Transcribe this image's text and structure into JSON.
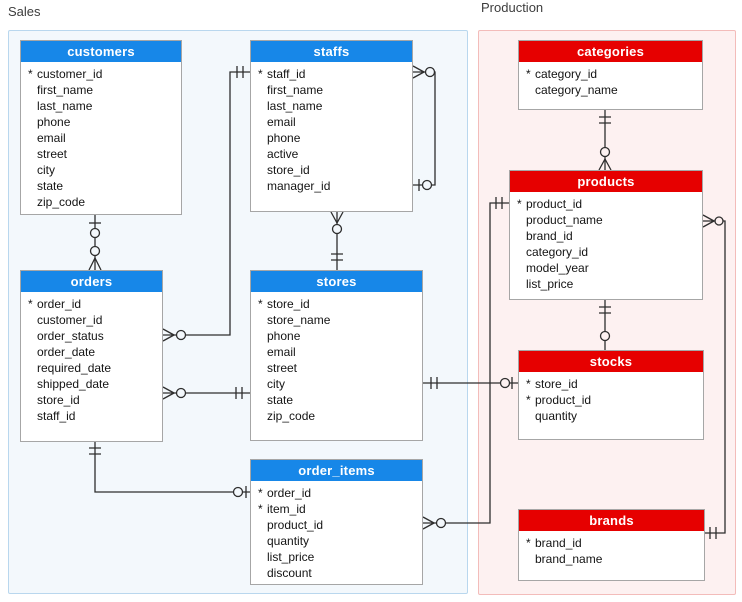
{
  "sections": {
    "sales": {
      "label": "Sales",
      "panel_bg": "#f3f8fc",
      "panel_border": "#b9d7ee",
      "header_color": "#1787e8"
    },
    "production": {
      "label": "Production",
      "panel_bg": "#fdf1f1",
      "panel_border": "#f3bcba",
      "header_color": "#e60000"
    }
  },
  "entities": [
    {
      "name": "customers",
      "section": "Sales",
      "fields": [
        {
          "pk": "*",
          "name": "customer_id"
        },
        {
          "pk": "",
          "name": "first_name"
        },
        {
          "pk": "",
          "name": "last_name"
        },
        {
          "pk": "",
          "name": "phone"
        },
        {
          "pk": "",
          "name": "email"
        },
        {
          "pk": "",
          "name": "street"
        },
        {
          "pk": "",
          "name": "city"
        },
        {
          "pk": "",
          "name": "state"
        },
        {
          "pk": "",
          "name": "zip_code"
        }
      ]
    },
    {
      "name": "staffs",
      "section": "Sales",
      "fields": [
        {
          "pk": "*",
          "name": "staff_id"
        },
        {
          "pk": "",
          "name": "first_name"
        },
        {
          "pk": "",
          "name": "last_name"
        },
        {
          "pk": "",
          "name": "email"
        },
        {
          "pk": "",
          "name": "phone"
        },
        {
          "pk": "",
          "name": "active"
        },
        {
          "pk": "",
          "name": "store_id"
        },
        {
          "pk": "",
          "name": "manager_id"
        }
      ]
    },
    {
      "name": "orders",
      "section": "Sales",
      "fields": [
        {
          "pk": "*",
          "name": "order_id"
        },
        {
          "pk": "",
          "name": "customer_id"
        },
        {
          "pk": "",
          "name": "order_status"
        },
        {
          "pk": "",
          "name": "order_date"
        },
        {
          "pk": "",
          "name": "required_date"
        },
        {
          "pk": "",
          "name": "shipped_date"
        },
        {
          "pk": "",
          "name": "store_id"
        },
        {
          "pk": "",
          "name": "staff_id"
        }
      ]
    },
    {
      "name": "stores",
      "section": "Sales",
      "fields": [
        {
          "pk": "*",
          "name": "store_id"
        },
        {
          "pk": "",
          "name": "store_name"
        },
        {
          "pk": "",
          "name": "phone"
        },
        {
          "pk": "",
          "name": "email"
        },
        {
          "pk": "",
          "name": "street"
        },
        {
          "pk": "",
          "name": "city"
        },
        {
          "pk": "",
          "name": "state"
        },
        {
          "pk": "",
          "name": "zip_code"
        }
      ]
    },
    {
      "name": "order_items",
      "section": "Sales",
      "fields": [
        {
          "pk": "*",
          "name": "order_id"
        },
        {
          "pk": "*",
          "name": "item_id"
        },
        {
          "pk": "",
          "name": "product_id"
        },
        {
          "pk": "",
          "name": "quantity"
        },
        {
          "pk": "",
          "name": "list_price"
        },
        {
          "pk": "",
          "name": "discount"
        }
      ]
    },
    {
      "name": "categories",
      "section": "Production",
      "fields": [
        {
          "pk": "*",
          "name": "category_id"
        },
        {
          "pk": "",
          "name": "category_name"
        }
      ]
    },
    {
      "name": "products",
      "section": "Production",
      "fields": [
        {
          "pk": "*",
          "name": "product_id"
        },
        {
          "pk": "",
          "name": "product_name"
        },
        {
          "pk": "",
          "name": "brand_id"
        },
        {
          "pk": "",
          "name": "category_id"
        },
        {
          "pk": "",
          "name": "model_year"
        },
        {
          "pk": "",
          "name": "list_price"
        }
      ]
    },
    {
      "name": "stocks",
      "section": "Production",
      "fields": [
        {
          "pk": "*",
          "name": "store_id"
        },
        {
          "pk": "*",
          "name": "product_id"
        },
        {
          "pk": "",
          "name": "quantity"
        }
      ]
    },
    {
      "name": "brands",
      "section": "Production",
      "fields": [
        {
          "pk": "*",
          "name": "brand_id"
        },
        {
          "pk": "",
          "name": "brand_name"
        }
      ]
    }
  ],
  "relationships": [
    {
      "from": "customers",
      "to": "orders",
      "from_end": "zero-or-one (dash+circle)",
      "to_end": "zero-or-many (circle+crow)"
    },
    {
      "from": "staffs",
      "to": "staffs",
      "from_end": "zero-or-many at staff_id",
      "to_end": "zero-or-one at manager_id",
      "note": "self-reference manager_id"
    },
    {
      "from": "staffs",
      "to": "orders",
      "from_end": "exactly-one (double dash)",
      "to_end": "zero-or-many (circle+crow)"
    },
    {
      "from": "stores",
      "to": "orders",
      "from_end": "exactly-one (double dash)",
      "to_end": "zero-or-many (circle+crow)"
    },
    {
      "from": "stores",
      "to": "staffs",
      "from_end": "exactly-one (double dash)",
      "to_end": "zero-or-many (circle+crow)"
    },
    {
      "from": "orders",
      "to": "order_items",
      "from_end": "exactly-one (double dash)",
      "to_end": "zero-or-one (circle+dash)"
    },
    {
      "from": "stores",
      "to": "stocks",
      "from_end": "exactly-one (double dash)",
      "to_end": "zero-or-one (circle+dash)"
    },
    {
      "from": "products",
      "to": "order_items",
      "from_end": "exactly-one (double dash)",
      "to_end": "zero-or-many (circle+crow)"
    },
    {
      "from": "products",
      "to": "stocks",
      "from_end": "exactly-one (double dash)",
      "to_end": "zero-or-one (circle)"
    },
    {
      "from": "categories",
      "to": "products",
      "from_end": "exactly-one (double dash)",
      "to_end": "zero-or-many (circle+crow)"
    },
    {
      "from": "brands",
      "to": "products",
      "from_end": "exactly-one (double dash)",
      "to_end": "zero-or-many (circle+crow)"
    }
  ]
}
